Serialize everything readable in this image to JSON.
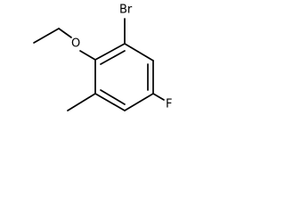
{
  "molecule": {
    "atoms": {
      "bromine": "Br",
      "oxygen": "O",
      "fluorine": "F"
    },
    "colors": {
      "bond": "#000000",
      "label": "#000000",
      "background": "#ffffff"
    }
  }
}
